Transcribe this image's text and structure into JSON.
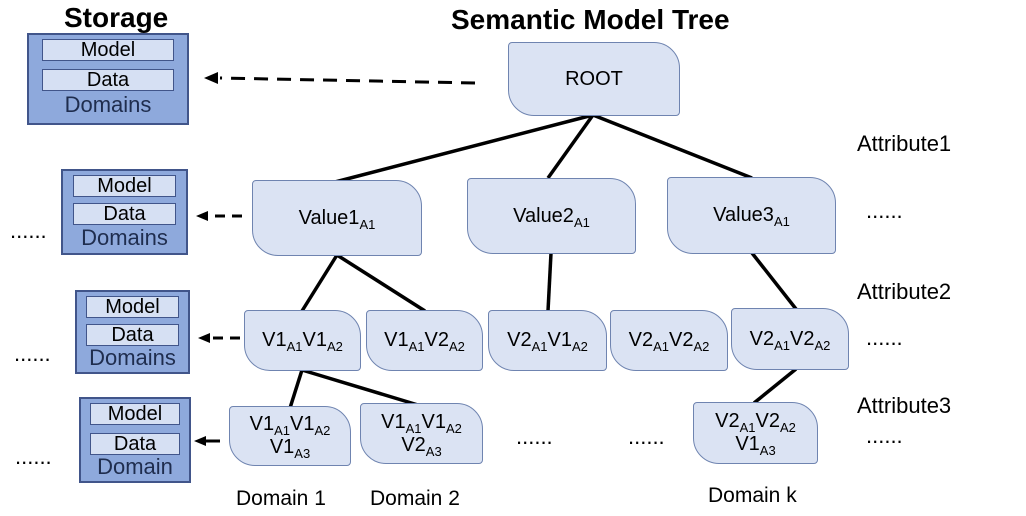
{
  "headings": {
    "storage": "Storage",
    "tree": "Semantic Model Tree"
  },
  "storage_slot": {
    "model": "Model",
    "data": "Data",
    "domains": "Domains",
    "domain": "Domain"
  },
  "ellipsis": "......",
  "attributes": [
    "Attribute1",
    "Attribute2",
    "Attribute3"
  ],
  "tree": {
    "root": "ROOT",
    "level1": [
      {
        "v": "Value1",
        "s": "A1"
      },
      {
        "v": "Value2",
        "s": "A1"
      },
      {
        "v": "Value3",
        "s": "A1"
      }
    ],
    "level2": [
      {
        "a": "V1",
        "as": "A1",
        "b": "V1",
        "bs": "A2"
      },
      {
        "a": "V1",
        "as": "A1",
        "b": "V2",
        "bs": "A2"
      },
      {
        "a": "V2",
        "as": "A1",
        "b": "V1",
        "bs": "A2"
      },
      {
        "a": "V2",
        "as": "A1",
        "b": "V2",
        "bs": "A2"
      },
      {
        "a": "V2",
        "as": "A1",
        "b": "V2",
        "bs": "A2"
      }
    ],
    "level3": [
      {
        "a": "V1",
        "as": "A1",
        "b": "V1",
        "bs": "A2",
        "c": "V1",
        "cs": "A3"
      },
      {
        "a": "V1",
        "as": "A1",
        "b": "V1",
        "bs": "A2",
        "c": "V2",
        "cs": "A3"
      },
      {
        "a": "V2",
        "as": "A1",
        "b": "V2",
        "bs": "A2",
        "c": "V1",
        "cs": "A3"
      }
    ]
  },
  "domain_labels": [
    "Domain 1",
    "Domain 2",
    "Domain k"
  ]
}
